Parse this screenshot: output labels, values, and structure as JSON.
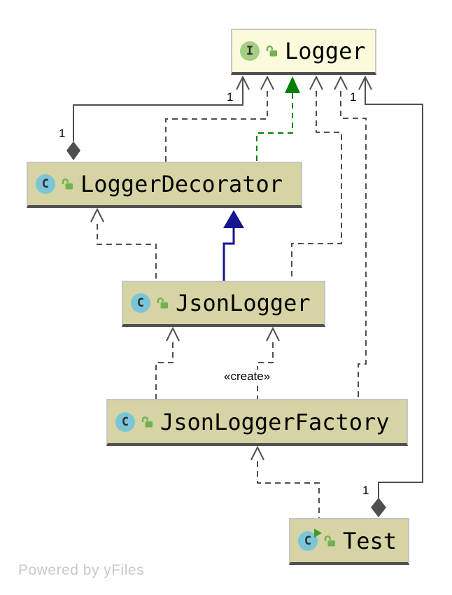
{
  "diagram": {
    "nodes": [
      {
        "id": "logger",
        "label": "Logger",
        "kind": "interface",
        "icon_letter": "I",
        "visibility": "public"
      },
      {
        "id": "logger_decorator",
        "label": "LoggerDecorator",
        "kind": "class",
        "icon_letter": "C",
        "visibility": "public"
      },
      {
        "id": "json_logger",
        "label": "JsonLogger",
        "kind": "class",
        "icon_letter": "C",
        "visibility": "public"
      },
      {
        "id": "json_logger_factory",
        "label": "JsonLoggerFactory",
        "kind": "class",
        "icon_letter": "C",
        "visibility": "public"
      },
      {
        "id": "test",
        "label": "Test",
        "kind": "class",
        "runnable": true,
        "icon_letter": "C",
        "visibility": "public"
      }
    ],
    "edges": [
      {
        "from": "LoggerDecorator",
        "to": "Logger",
        "type": "aggregation",
        "multiplicity_target": "1",
        "multiplicity_source": "1"
      },
      {
        "from": "LoggerDecorator",
        "to": "Logger",
        "type": "dependency"
      },
      {
        "from": "LoggerDecorator",
        "to": "Logger",
        "type": "realization"
      },
      {
        "from": "JsonLogger",
        "to": "LoggerDecorator",
        "type": "inheritance"
      },
      {
        "from": "JsonLogger",
        "to": "LoggerDecorator",
        "type": "dependency"
      },
      {
        "from": "JsonLogger",
        "to": "Logger",
        "type": "dependency"
      },
      {
        "from": "JsonLoggerFactory",
        "to": "Logger",
        "type": "dependency"
      },
      {
        "from": "JsonLoggerFactory",
        "to": "JsonLogger",
        "type": "dependency"
      },
      {
        "from": "JsonLoggerFactory",
        "to": "JsonLogger",
        "type": "dependency",
        "stereotype": "«create»"
      },
      {
        "from": "Test",
        "to": "JsonLoggerFactory",
        "type": "dependency"
      },
      {
        "from": "Test",
        "to": "Logger",
        "type": "aggregation",
        "multiplicity_target": "1",
        "multiplicity_source": "1"
      }
    ],
    "edge_labels": {
      "agg_decorator_logger_end": "1",
      "agg_decorator_owner_end": "1",
      "agg_test_logger_end": "1",
      "agg_test_owner_end": "1",
      "create_stereotype": "«create»"
    },
    "watermark": "Powered by yFiles"
  },
  "icons": {
    "interface_badge": "green-circle-letter-I",
    "class_badge": "blue-circle-letter-C",
    "visibility_icon": "open-padlock",
    "runnable_icon": "green-play-triangle"
  },
  "theme": {
    "edge_gray": "#4F4F4F",
    "edge_green": "#007F00",
    "edge_navy": "#15158F",
    "node_interface_bg": "#FBFBDB",
    "node_class_bg": "#D6D3A4",
    "node_border_light": "#C6C6C6",
    "node_border_dark": "#4F4F4F",
    "icon_interface_circle": "#A5CE87",
    "icon_class_circle": "#7AC5D8",
    "icon_lock_green": "#72B152",
    "icon_run_green": "#3F9C35",
    "label_color": "#000000",
    "watermark_color": "#C8C8C8"
  }
}
